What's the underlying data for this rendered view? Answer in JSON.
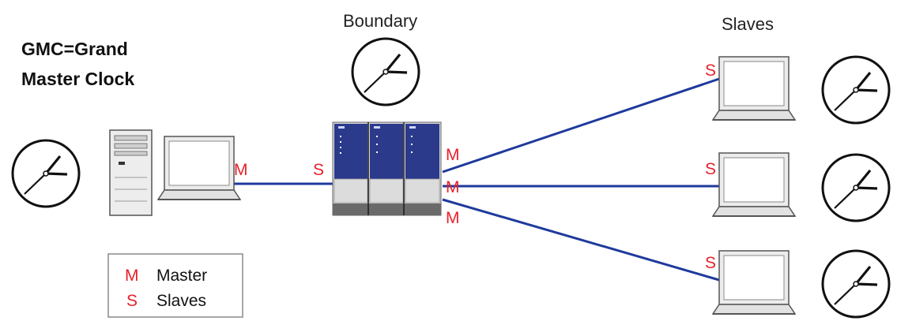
{
  "labels": {
    "gmc_line1": "GMC=Grand",
    "gmc_line2": "Master Clock",
    "boundary": "Boundary",
    "slaves": "Slaves"
  },
  "port_tags": {
    "gmc_out": "M",
    "boundary_in": "S",
    "boundary_out_1": "M",
    "boundary_out_2": "M",
    "boundary_out_3": "M",
    "slave_1": "S",
    "slave_2": "S",
    "slave_3": "S"
  },
  "legend": {
    "items": [
      {
        "symbol": "M",
        "text": "Master"
      },
      {
        "symbol": "S",
        "text": "Slaves"
      }
    ]
  },
  "colors": {
    "link": "#1f3a9c",
    "tag": "#e8202a",
    "switch_top": "#2c3a8c",
    "switch_bottom": "#d4d4d4"
  },
  "icons": [
    "clock-icon",
    "server-tower-icon",
    "laptop-icon",
    "boundary-switch-icon"
  ]
}
